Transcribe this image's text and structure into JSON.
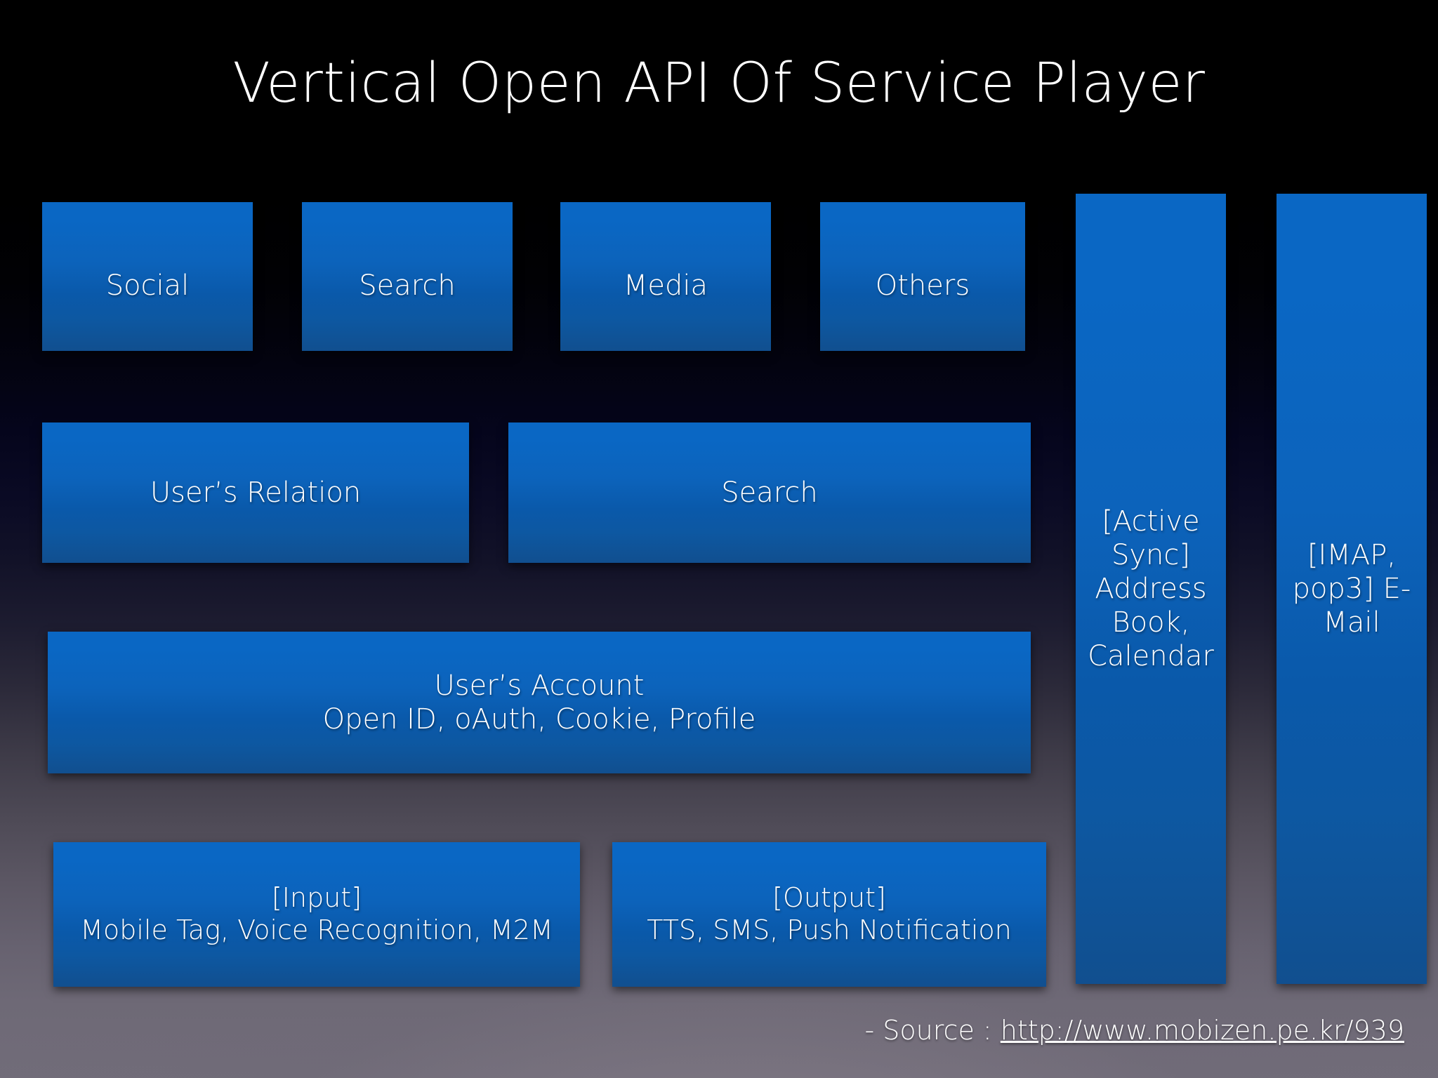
{
  "slide": {
    "title": "Vertical Open API Of Service Player",
    "background_top_color": "#000000",
    "background_bottom_color": "#716c79",
    "box_color": "#0a62bb",
    "text_color": "#ffffff"
  },
  "categories": [
    {
      "label": "Social"
    },
    {
      "label": "Search"
    },
    {
      "label": "Media"
    },
    {
      "label": "Others"
    }
  ],
  "layers": {
    "relation": {
      "label": "User’s Relation"
    },
    "search": {
      "label": "Search"
    },
    "account": {
      "line1": "User’s Account",
      "line2": "Open ID, oAuth, Cookie, Profile"
    },
    "input": {
      "line1": "[Input]",
      "line2": "Mobile Tag, Voice Recognition, M2M"
    },
    "output": {
      "line1": "[Output]",
      "line2": "TTS, SMS, Push Notification"
    }
  },
  "columns": [
    {
      "label": "[Active Sync] Address Book, Calendar"
    },
    {
      "label": "[IMAP, pop3] E-Mail"
    }
  ],
  "footer": {
    "prefix": "- Source : ",
    "url": "http://www.mobizen.pe.kr/939"
  }
}
